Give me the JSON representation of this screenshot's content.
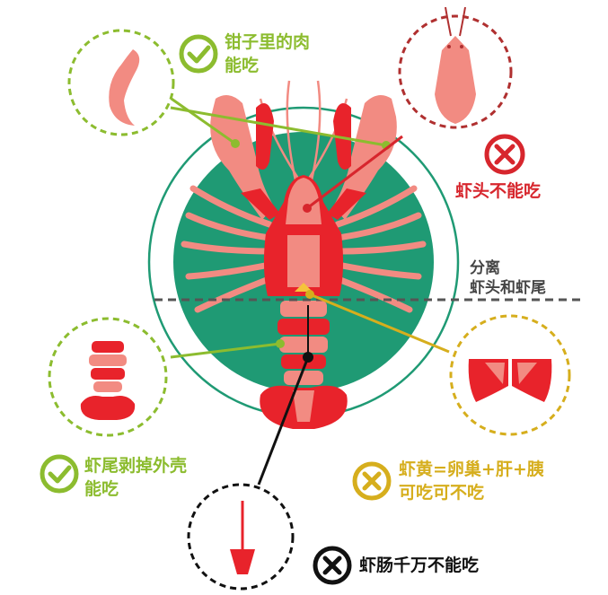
{
  "colors": {
    "green": "#8cbc2f",
    "red": "#d7262d",
    "yellow": "#d6ae1d",
    "black": "#111111",
    "teal": "#1f9a74",
    "crayfish_light": "#f28b82",
    "crayfish_dark": "#e8232b"
  },
  "labels": {
    "claw": {
      "line1": "钳子里的肉",
      "line2": "能吃",
      "verdict": "yes",
      "icon": "check-icon"
    },
    "head": {
      "line1": "虾头不能吃",
      "verdict": "no",
      "icon": "cross-icon"
    },
    "separate": {
      "line1": "分离",
      "line2": "虾头和虾尾"
    },
    "tail": {
      "line1": "虾尾剥掉外壳",
      "line2": "能吃",
      "verdict": "yes",
      "icon": "check-icon"
    },
    "roe": {
      "line1": "虾黄=卵巢+肝+胰",
      "line2": "可吃可不吃",
      "verdict": "maybe",
      "icon": "cross-icon"
    },
    "intestine": {
      "line1": "虾肠千万不能吃",
      "verdict": "no",
      "icon": "cross-icon"
    }
  }
}
